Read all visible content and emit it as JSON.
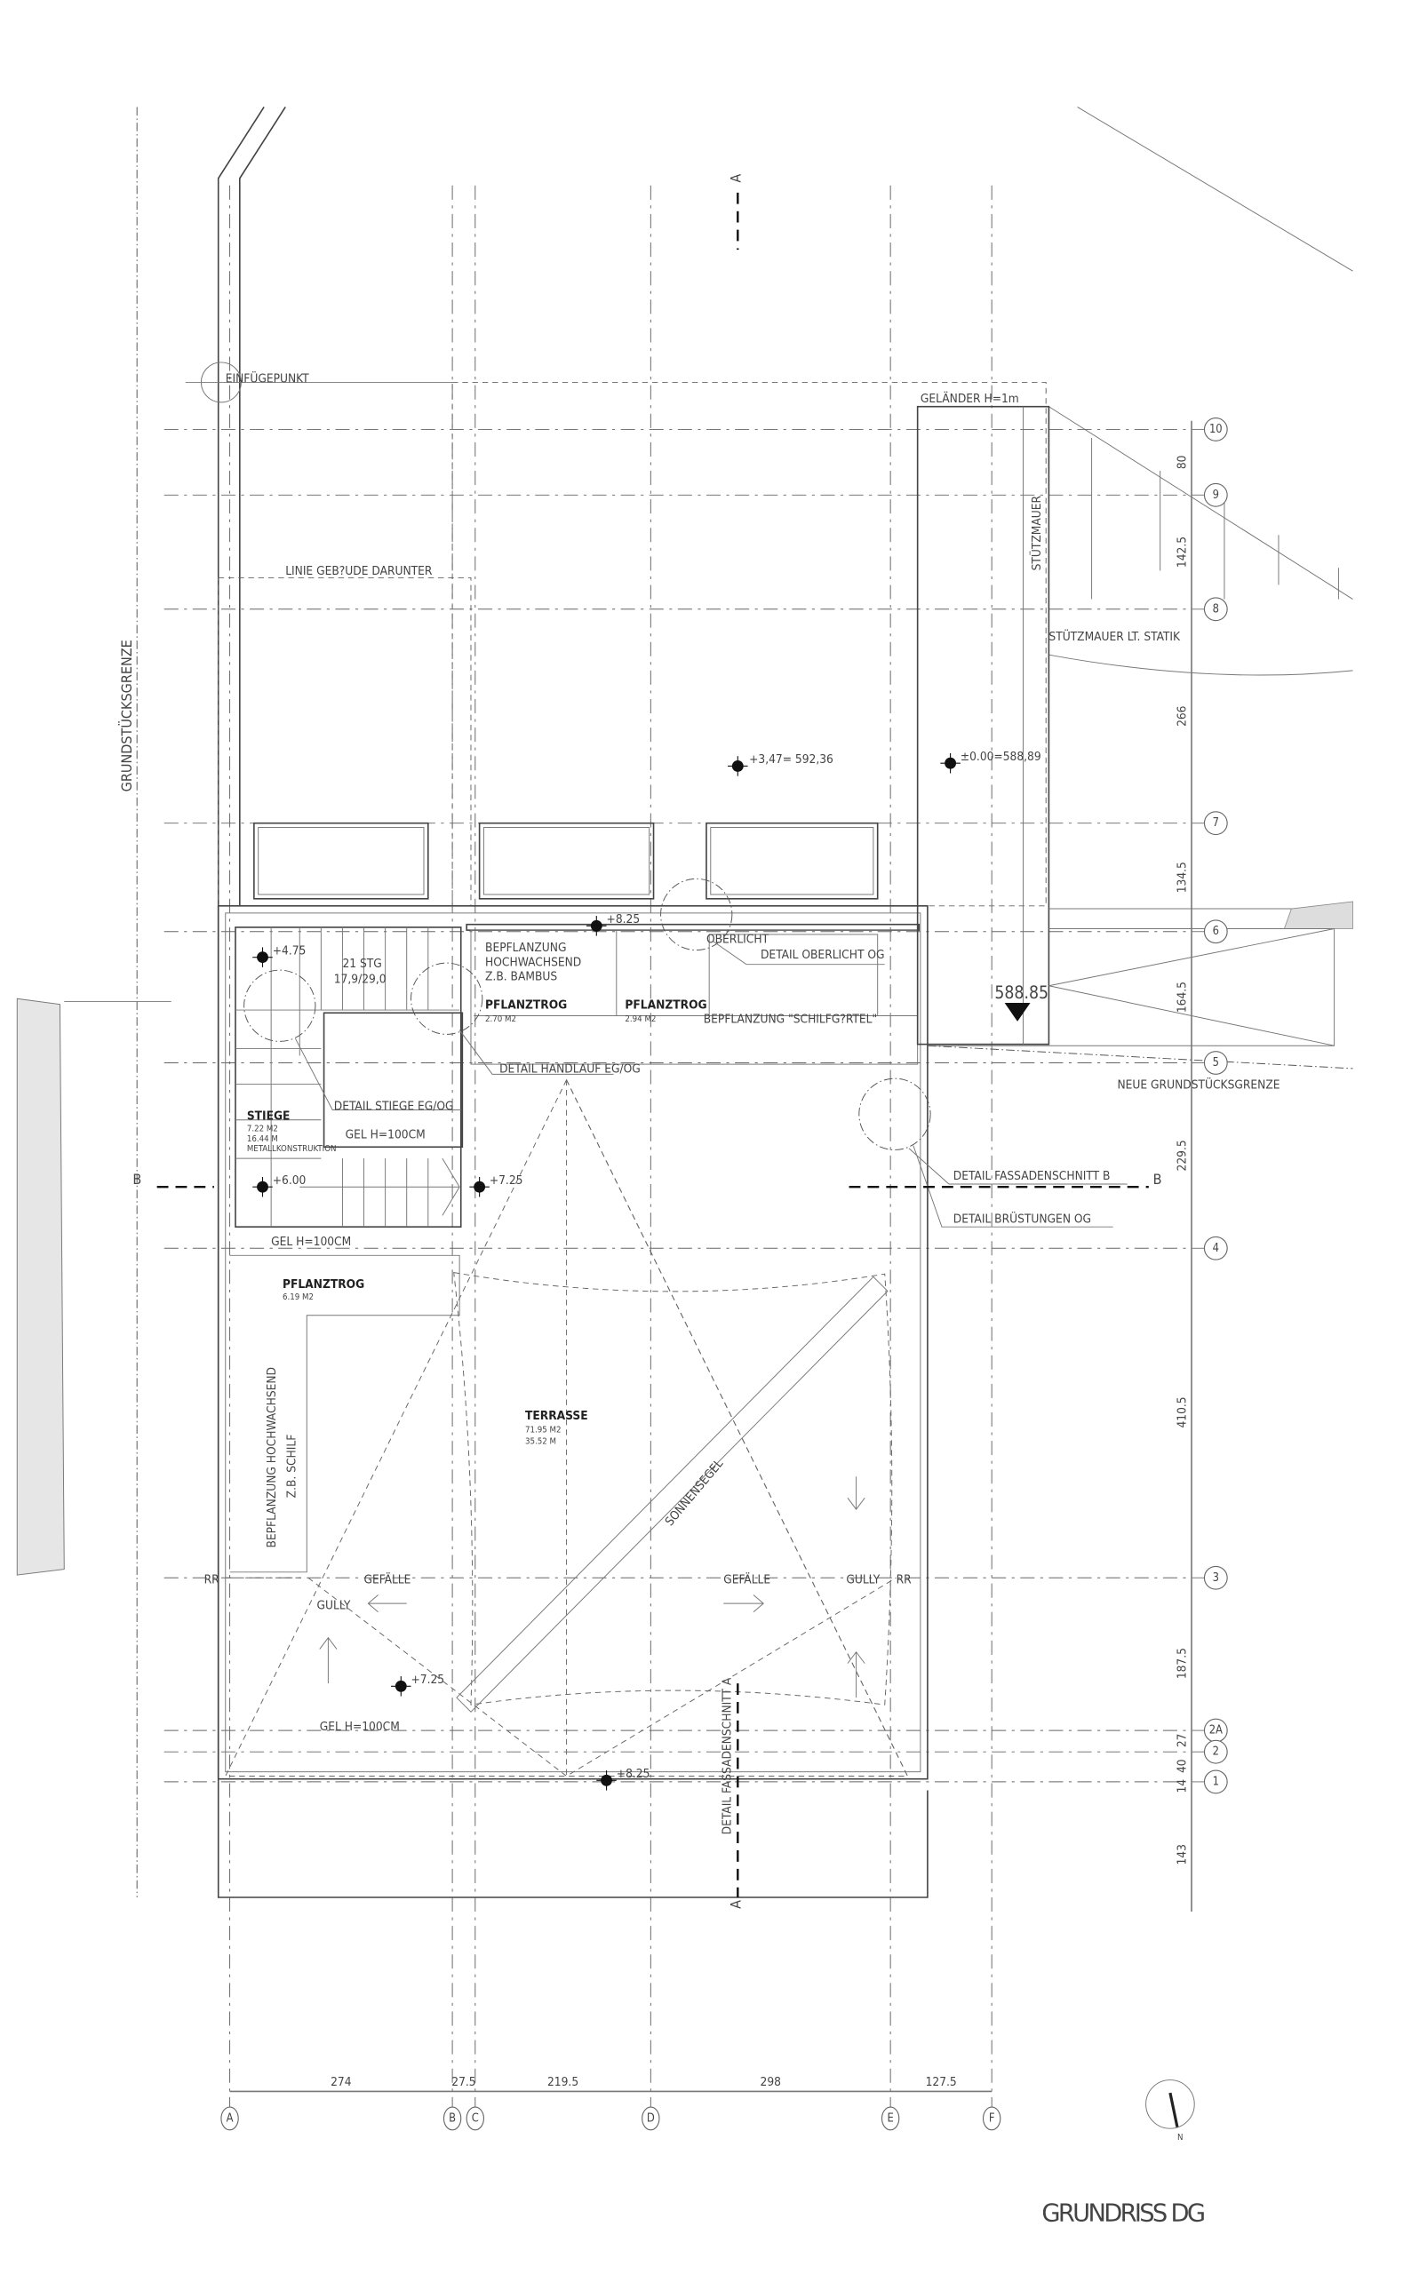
{
  "title": "GRUNDRISS DG",
  "north_label": "N",
  "property_line_label": "GRUNDSTÜCKSGRENZE",
  "new_property_line_label": "NEUE GRUNDSTÜCKSGRENZE",
  "insertion_point_label": "EINFÜGEPUNKT",
  "building_below_label": "LINIE GEB?UDE DARUNTER",
  "railing_label": "GELÄNDER H=1m",
  "retaining_wall_label": "STÜTZMAUER",
  "retaining_wall_static_label": "STÜTZMAUER LT. STATIK",
  "elevations": {
    "e1": "+3,47= 592,36",
    "e2": "±0.00=588,89",
    "e3": "+8.25",
    "e4": "+4.75",
    "e5": "+6.00",
    "e6": "+7.25",
    "e7": "+7.25",
    "e8": "+8.25",
    "terrain": "588.85"
  },
  "rooms": {
    "stairs": {
      "name": "STIEGE",
      "area": "7.22 M2",
      "perimeter": "16.44 M",
      "note": "METALLKONSTRUKTION",
      "steps": "21 STG",
      "ratio": "17,9/29,0"
    },
    "planter1": {
      "name": "PFLANZTROG",
      "area": "2.70 M2"
    },
    "planter2": {
      "name": "PFLANZTROG",
      "area": "2.94 M2"
    },
    "planter3": {
      "name": "PFLANZTROG",
      "area": "6.19 M2"
    },
    "terrace": {
      "name": "TERRASSE",
      "area": "71.95 M2",
      "perimeter": "35.52 M"
    }
  },
  "notes": {
    "planting1_l1": "BEPFLANZUNG",
    "planting1_l2": "HOCHWACHSEND",
    "planting1_l3": "Z.B.  BAMBUS",
    "planting2": "BEPFLANZUNG  \"SCHILFG?RTEL\"",
    "planting3_l1": "BEPFLANZUNG  HOCHWACHSEND",
    "planting3_l2": "Z.B.  SCHILF",
    "skylight": "OBERLICHT",
    "railing1": "GEL H=100CM",
    "railing2": "GEL H=100CM",
    "railing3": "GEL H=100CM",
    "sunsail": "SONNENSEGEL",
    "slope1": "GEFÄLLE",
    "slope2": "GEFÄLLE",
    "gully1": "GULLY",
    "gully2": "GULLY",
    "rr1": "RR",
    "rr2": "RR"
  },
  "details": {
    "d1": "DETAIL OBERLICHT OG",
    "d2": "DETAIL HANDLAUF EG/OG",
    "d3": "DETAIL STIEGE EG/OG",
    "d4": "DETAIL FASSADENSCHNITT B",
    "d5": "DETAIL BRÜSTUNGEN OG",
    "d6": "DETAIL FASSADENSCHNITT A"
  },
  "sections": {
    "a_top": "A",
    "a_bottom": "A",
    "b_left": "B",
    "b_right": "B"
  },
  "axes_x": [
    "A",
    "B",
    "C",
    "D",
    "E",
    "F"
  ],
  "dims_x": [
    "274",
    "27.5",
    "219.5",
    "298",
    "127.5"
  ],
  "axes_y": [
    "10",
    "9",
    "8",
    "7",
    "6",
    "5",
    "4",
    "3",
    "2A",
    "2",
    "1"
  ],
  "dims_y": [
    "80",
    "142.5",
    "266",
    "134.5",
    "164.5",
    "229.5",
    "410.5",
    "187.5",
    "27",
    "40",
    "14",
    "143"
  ]
}
